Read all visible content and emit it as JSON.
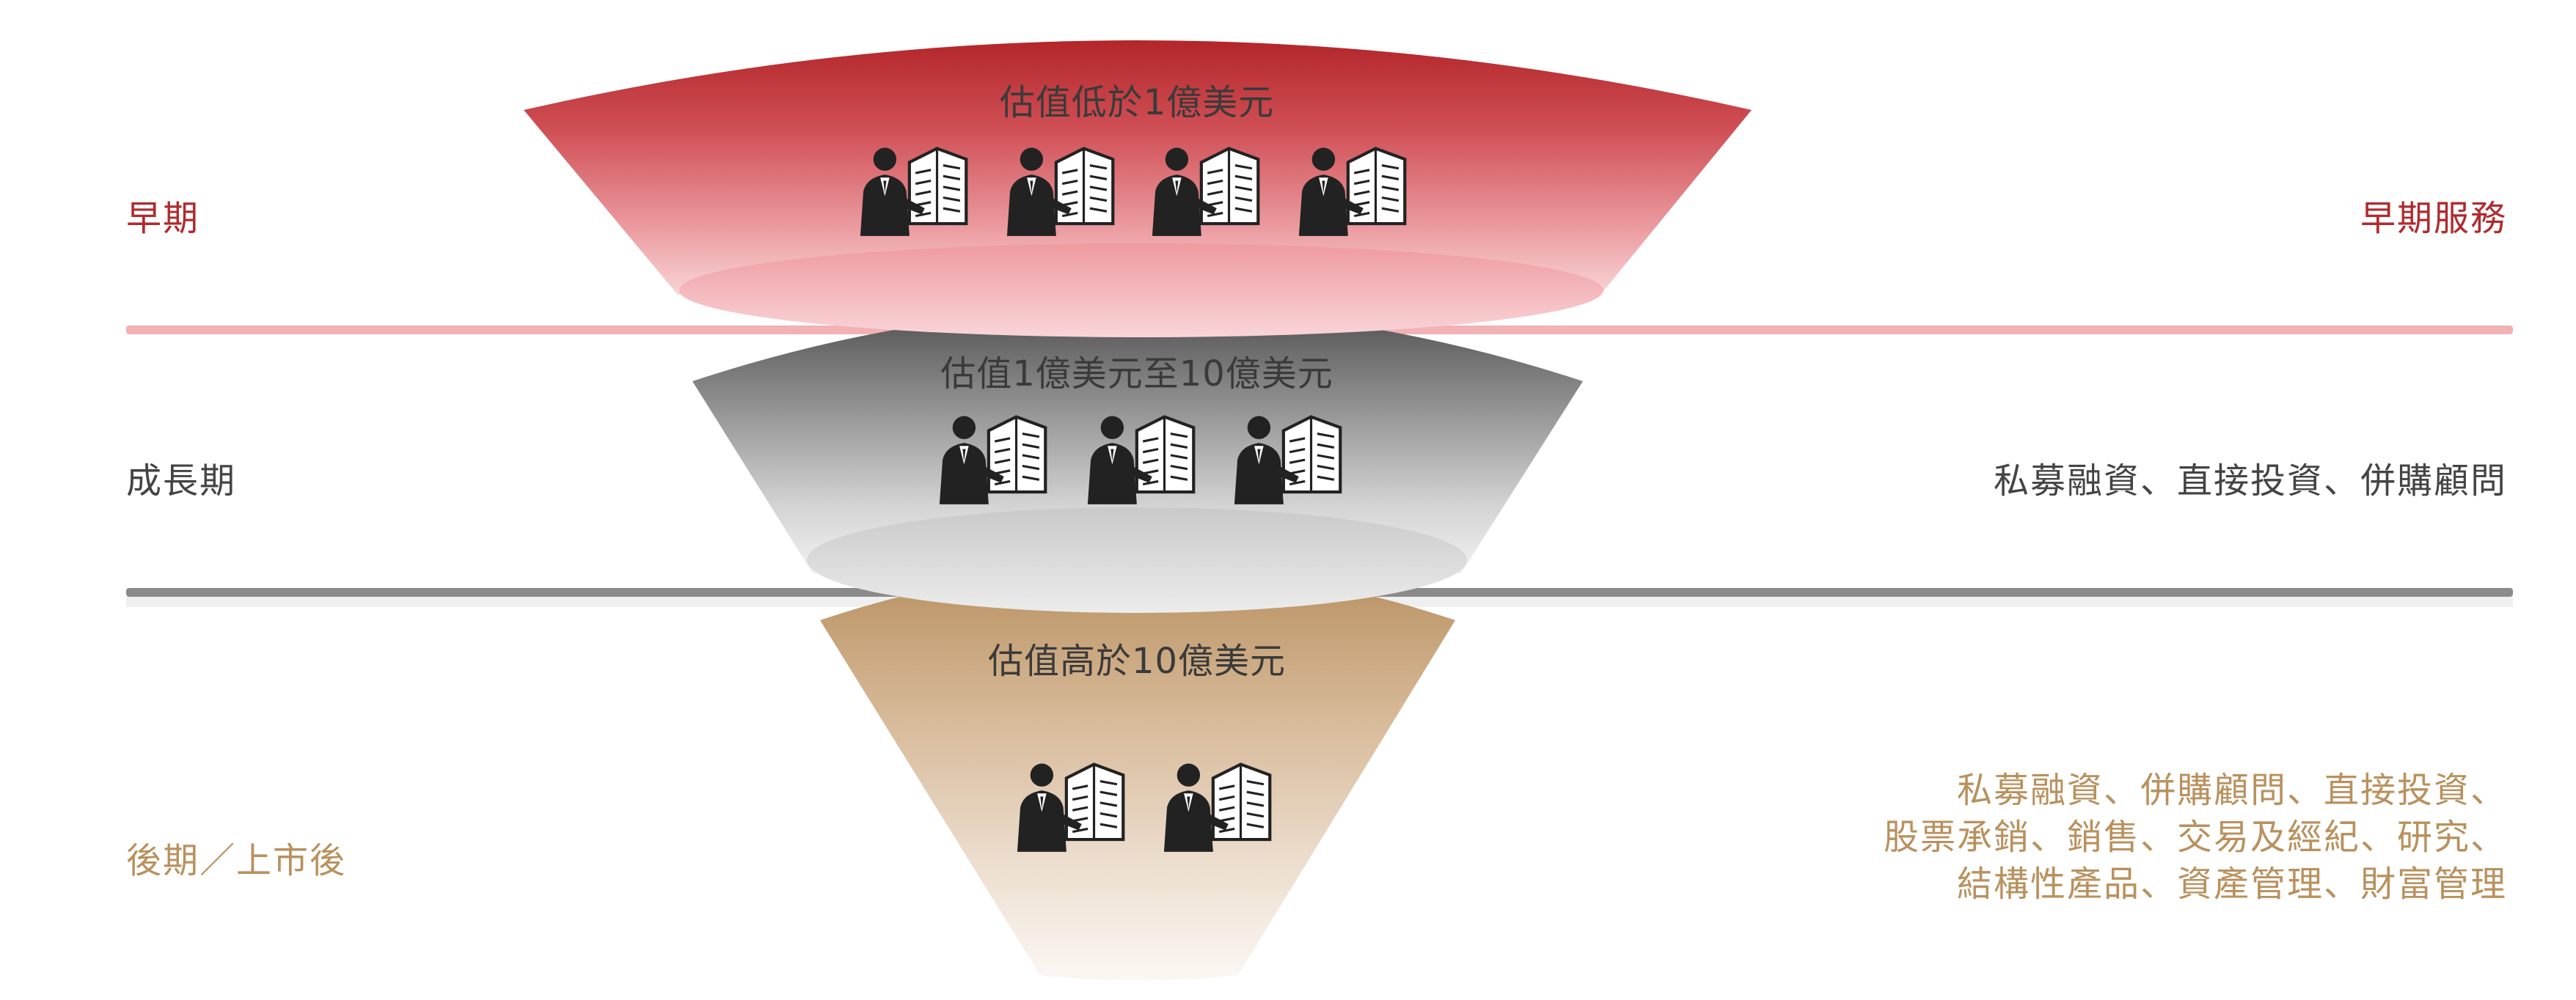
{
  "colors": {
    "early": "#b02a2e",
    "growth": "#444444",
    "late": "#b9915e",
    "early_divider": "#f0a9ad",
    "growth_divider": "#8a8a8a"
  },
  "stages": [
    {
      "id": "early",
      "label": "早期",
      "tier_title": "估值低於1億美元",
      "icon_count": 4,
      "services": [
        "早期服務"
      ]
    },
    {
      "id": "growth",
      "label": "成長期",
      "tier_title": "估值1億美元至10億美元",
      "icon_count": 3,
      "services": [
        "私募融資、直接投資、併購顧問"
      ]
    },
    {
      "id": "late",
      "label": "後期／上市後",
      "tier_title": "估值高於10億美元",
      "icon_count": 2,
      "services": [
        "私募融資、併購顧問、直接投資、",
        "股票承銷、銷售、交易及經紀、研究、",
        "結構性產品、資產管理、財富管理"
      ]
    }
  ]
}
